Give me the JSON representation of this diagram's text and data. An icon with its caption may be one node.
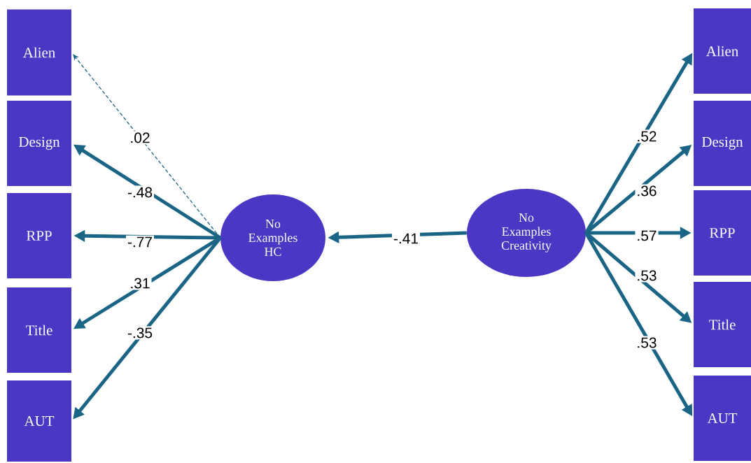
{
  "diagram": {
    "nodes": [
      {
        "text": [
          "Alien"
        ]
      },
      {
        "text": [
          "Design"
        ]
      },
      {
        "text": [
          "RPP"
        ]
      },
      {
        "text": [
          "Title"
        ]
      },
      {
        "text": [
          "AUT"
        ]
      },
      {
        "text": [
          "No Examples HC"
        ]
      },
      {
        "text": [
          "No Examples Creativity"
        ]
      },
      {
        "text": [
          "Alien"
        ]
      },
      {
        "text": [
          "Design"
        ]
      },
      {
        "text": [
          "RPP"
        ]
      },
      {
        "text": [
          "Title"
        ]
      },
      {
        "text": [
          "AUT"
        ]
      }
    ],
    "edges": [
      {
        "from": 5,
        "to": 0,
        "arrow": "to",
        "label": ".02",
        "style": "dashed"
      },
      {
        "from": 5,
        "to": 1,
        "arrow": "to",
        "label": "-.48"
      },
      {
        "from": 5,
        "to": 2,
        "arrow": "to",
        "label": "-.77"
      },
      {
        "from": 5,
        "to": 3,
        "arrow": "to",
        "label": ".31"
      },
      {
        "from": 5,
        "to": 4,
        "arrow": "to",
        "label": "-.35"
      },
      {
        "from": 6,
        "to": 5,
        "arrow": "to",
        "label": "-.41"
      },
      {
        "from": 6,
        "to": 7,
        "arrow": "to",
        "label": ".52"
      },
      {
        "from": 6,
        "to": 8,
        "arrow": "to",
        "label": ".36"
      },
      {
        "from": 6,
        "to": 9,
        "arrow": "to",
        "label": ".57"
      },
      {
        "from": 6,
        "to": 10,
        "arrow": "to",
        "label": ".53"
      },
      {
        "from": 6,
        "to": 11,
        "arrow": "to",
        "label": ".53"
      }
    ]
  }
}
